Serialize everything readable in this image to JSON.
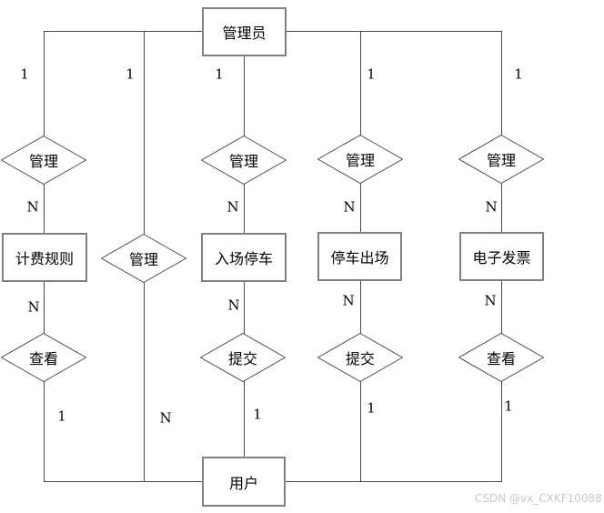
{
  "entities": {
    "administrator": "管理员",
    "billing_rules": "计费规则",
    "entry_parking": "入场停车",
    "parking_exit": "停车出场",
    "electronic_invoice": "电子发票",
    "user": "用户"
  },
  "relationships": {
    "manage_billing": "管理",
    "manage_middle": "管理",
    "manage_entry": "管理",
    "manage_exit": "管理",
    "manage_invoice": "管理",
    "view_billing": "查看",
    "submit_entry": "提交",
    "submit_exit": "提交",
    "view_invoice": "查看"
  },
  "cardinalities": {
    "top_col1": "1",
    "top_col2": "1",
    "top_col3": "1",
    "top_col4": "1",
    "top_col5": "1",
    "upper_n_col1": "N",
    "upper_n_col3": "N",
    "upper_n_col4": "N",
    "upper_n_col5": "N",
    "lower_n_col1": "N",
    "lower_n_col3": "N",
    "lower_n_col4": "N",
    "lower_n_col5": "N",
    "bottom_col1": "1",
    "bottom_n_col2": "N",
    "bottom_col3": "1",
    "bottom_col4": "1",
    "bottom_col5": "1"
  },
  "watermark": "CSDN @vx_CXKF10088",
  "colors": {
    "line": "#4a4a4a",
    "entity_border": "#808080",
    "diamond_stroke": "#4a4a4a",
    "background": "#ffffff",
    "watermark": "#c8c8c8"
  }
}
